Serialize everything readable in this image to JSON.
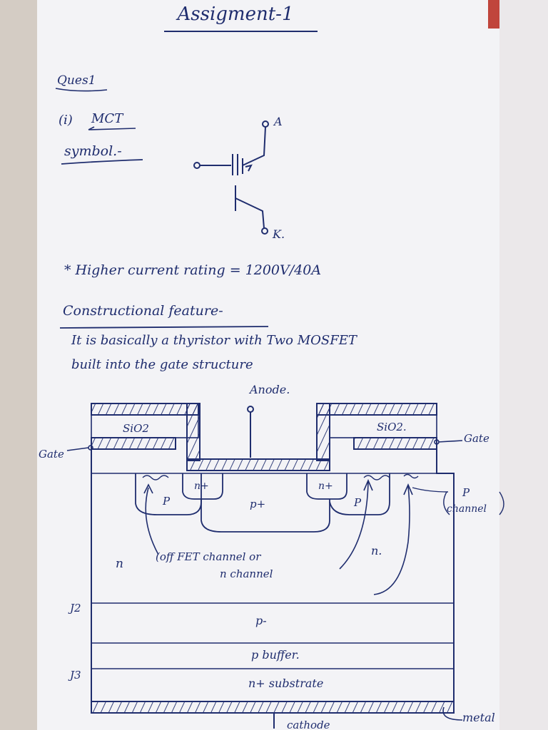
{
  "page": {
    "title": "Assigment-1",
    "question": "Ques1",
    "part": "(i)",
    "part_title": "MCT",
    "symbol_heading": "symbol.-",
    "terminal_anode": "A",
    "terminal_cathode": "K.",
    "rating_line": "* Higher current rating = 1200V/40A",
    "constructional_heading": "Constructional feature-",
    "description_line1": "It is basically a thyristor with Two MOSFET",
    "description_line2": "built into the gate structure"
  },
  "diagram": {
    "anode_label": "Anode.",
    "sio2_left": "SiO2",
    "sio2_right": "SiO2.",
    "gate_left": "Gate",
    "gate_right": "Gate",
    "nplus_left": "n+",
    "nplus_right": "n+",
    "p_left": "P",
    "p_right": "P",
    "pplus_center": "p+",
    "p_channel_label_1": "P",
    "p_channel_label_2": "channel",
    "n_left": "n",
    "n_right": "n.",
    "off_fet_line1": "(off FET channel or",
    "off_fet_line2": "n channel",
    "j2": "J2",
    "j3": "J3",
    "p_minus": "p-",
    "p_buffer": "p buffer.",
    "n_substrate": "n+ substrate",
    "metal": "metal",
    "cathode": "cathode"
  },
  "colors": {
    "paper": "#f3f3f6",
    "ink": "#1f2d6e",
    "margin_shadow": "#d4ccc4",
    "corner_red": "#c0453c"
  }
}
